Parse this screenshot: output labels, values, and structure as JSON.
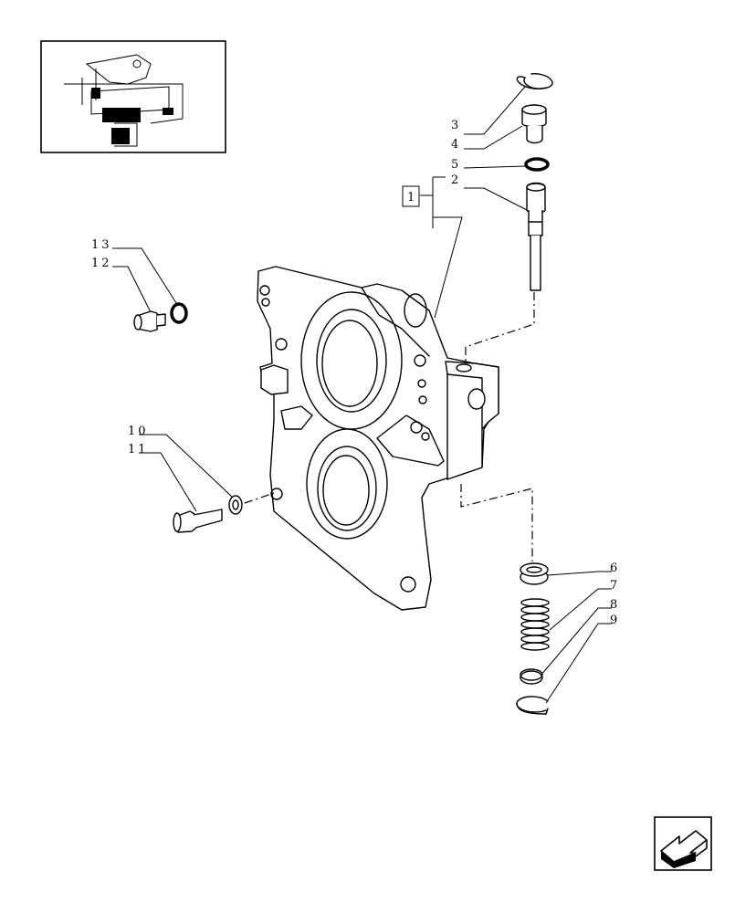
{
  "callouts": {
    "c1": "1",
    "c2": "2",
    "c3": "3",
    "c4": "4",
    "c5": "5",
    "c6": "6",
    "c7": "7",
    "c8": "8",
    "c9": "9",
    "c10": "10",
    "c11": "11",
    "c12": "12",
    "c13": "13"
  },
  "icons": {
    "thumbnail": "location-thumbnail-icon",
    "nav": "next-page-arrow-icon"
  },
  "colors": {
    "line": "#000000",
    "background": "#ffffff"
  }
}
